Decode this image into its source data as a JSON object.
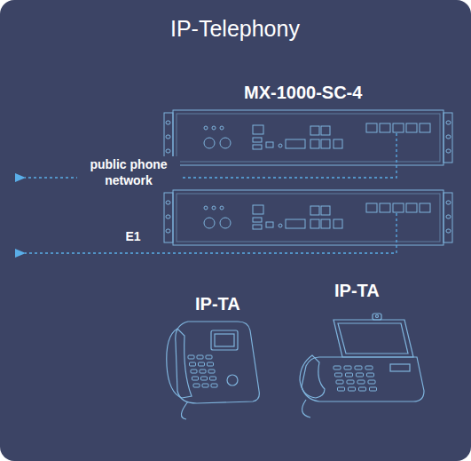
{
  "diagram": {
    "title": "IP-Telephony",
    "nodes": [
      {
        "text": [
          "MX-1000-SC-4"
        ]
      },
      {
        "text": [
          "IP-TA"
        ]
      },
      {
        "text": [
          "IP-TA"
        ]
      }
    ],
    "labels": [
      "public phone network",
      "E1"
    ]
  }
}
